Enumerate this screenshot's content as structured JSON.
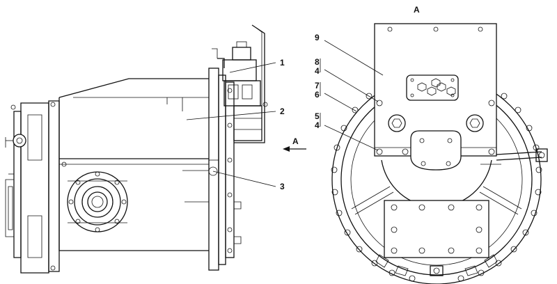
{
  "diagram": {
    "view_label": "A",
    "arrow_label": "A",
    "callouts": {
      "c1": "1",
      "c2": "2",
      "c3": "3",
      "c4a": "4",
      "c4b": "4",
      "c5": "5",
      "c6": "6",
      "c7": "7",
      "c8": "8",
      "c9": "9"
    }
  }
}
